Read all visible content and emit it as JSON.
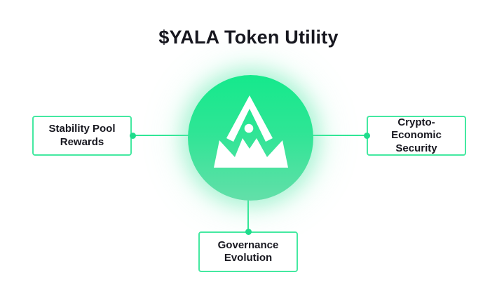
{
  "title": "$YALA Token Utility",
  "nodes": [
    {
      "id": "stability-pool-rewards",
      "label": "Stability Pool Rewards",
      "position": "left"
    },
    {
      "id": "crypto-economic-security",
      "label": "Crypto-Economic Security",
      "position": "right"
    },
    {
      "id": "governance-evolution",
      "label": "Governance Evolution",
      "position": "bottom"
    }
  ],
  "center": {
    "logo": "yala-mountain-logo"
  },
  "colors": {
    "accent_line": "#30e796",
    "box_border": "#44e9a1",
    "connector_dot": "#1fdc8c",
    "circle_gradient_top": "#15e98c",
    "circle_gradient_bottom": "#63dfa9",
    "text": "#17171f",
    "background": "#ffffff",
    "logo_fill": "#ffffff"
  }
}
